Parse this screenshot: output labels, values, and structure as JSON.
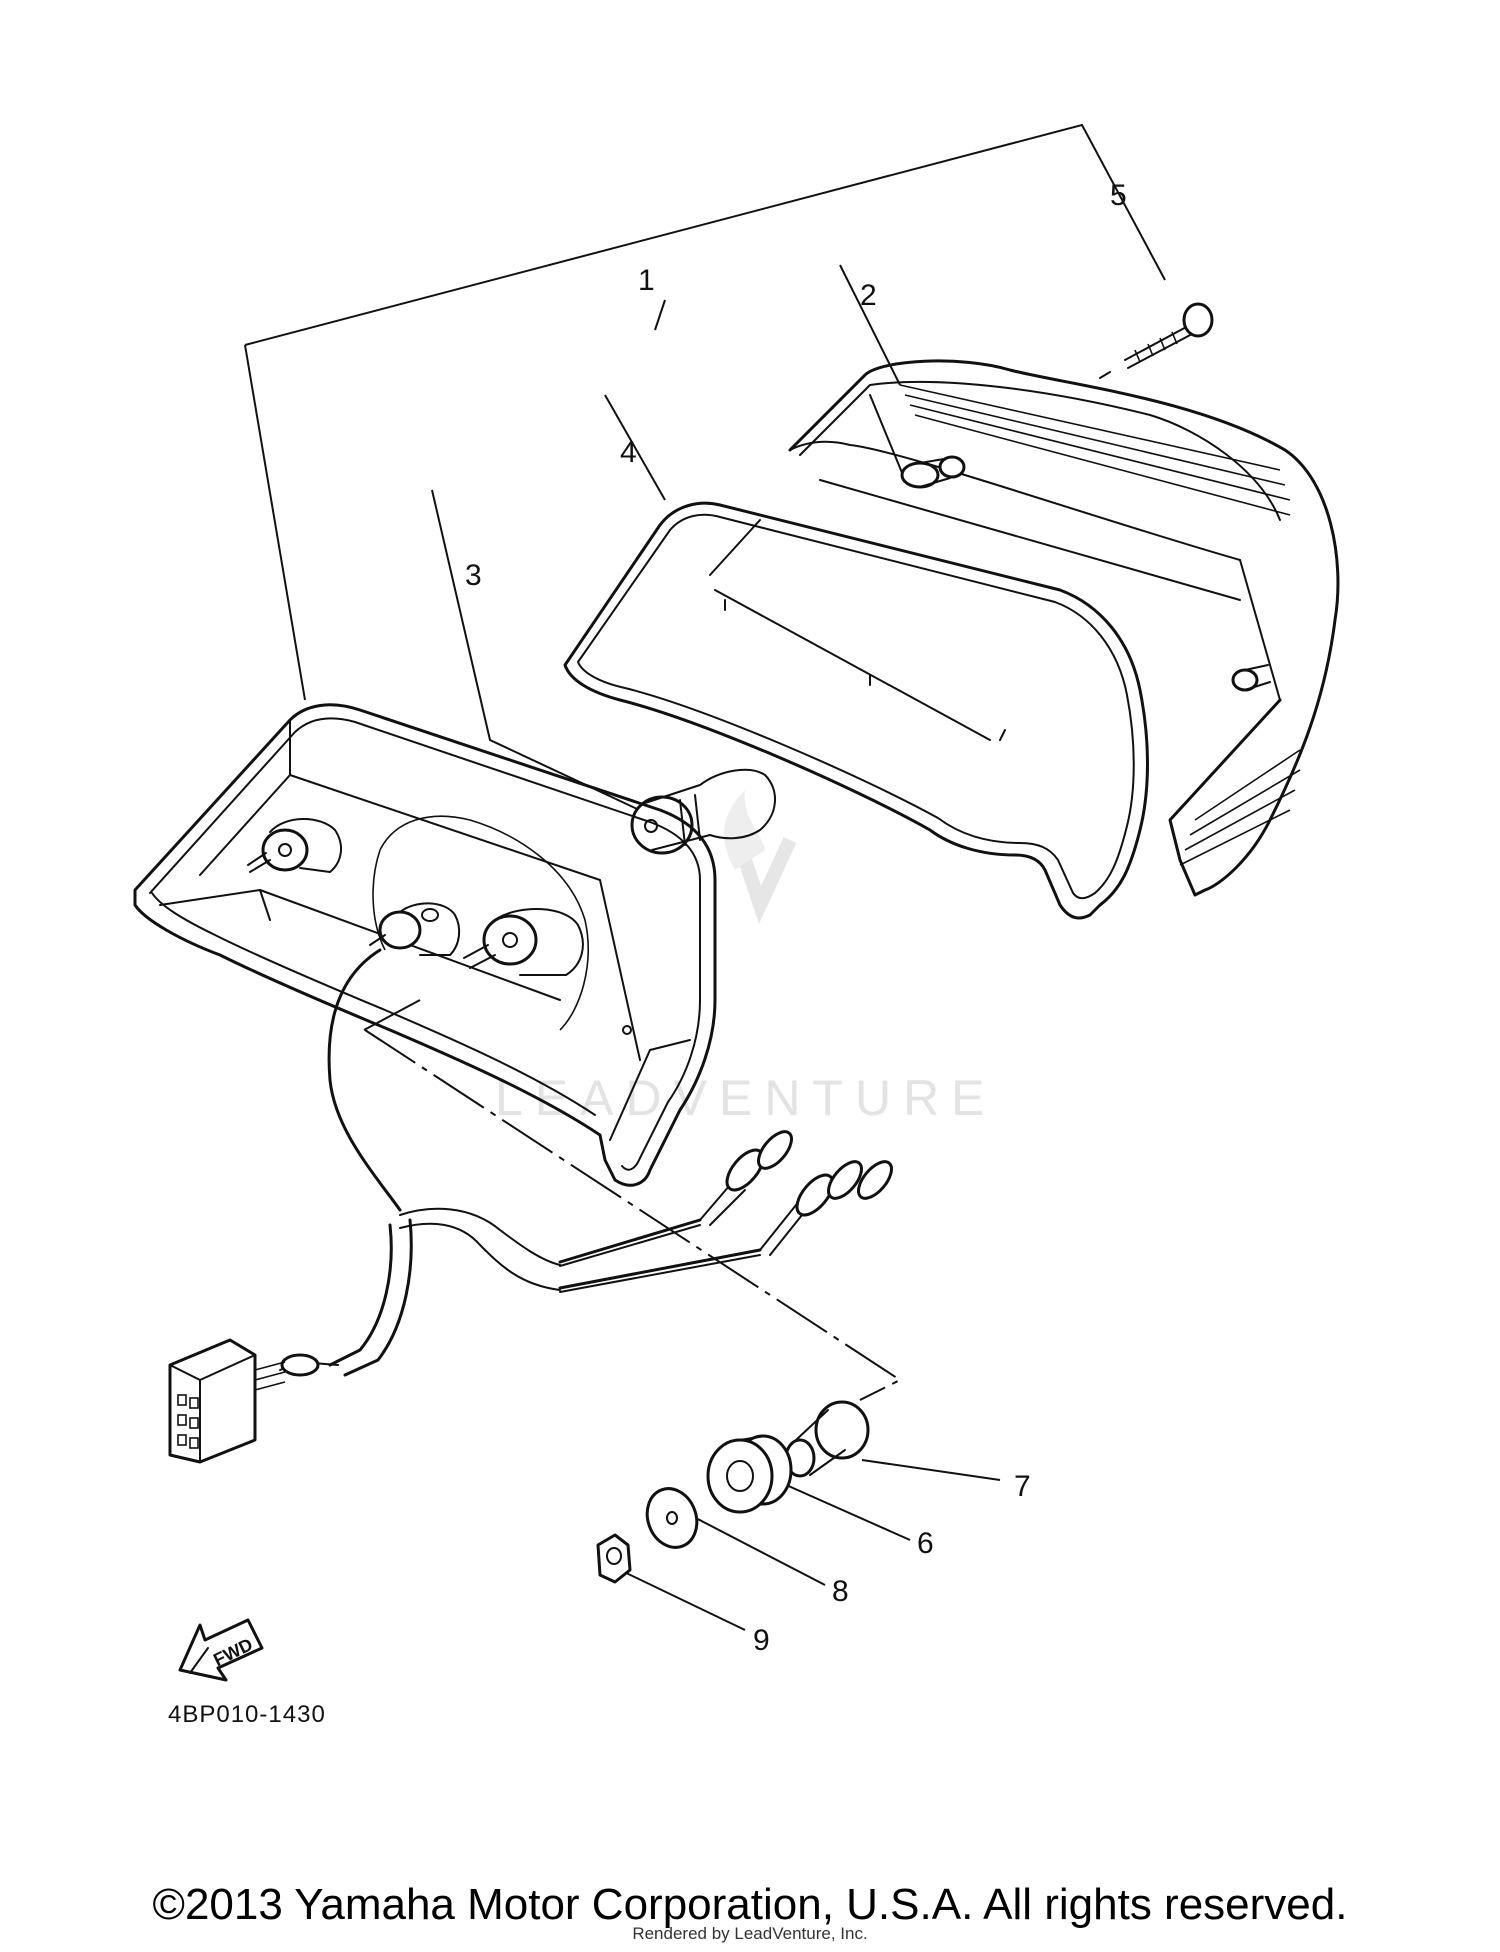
{
  "diagram": {
    "drawing_number": "4BP010-1430",
    "direction_arrow_label": "FWD",
    "watermark_text": "LEADVENTURE",
    "part_callouts": [
      "1",
      "2",
      "3",
      "4",
      "5",
      "6",
      "7",
      "8",
      "9"
    ]
  },
  "footer": {
    "copyright": "©2013 Yamaha Motor Corporation, U.S.A. All rights reserved.",
    "rendered_by": "Rendered by LeadVenture, Inc."
  },
  "colors": {
    "line": "#111111",
    "watermark": "#e3e3e3",
    "background": "#ffffff"
  }
}
